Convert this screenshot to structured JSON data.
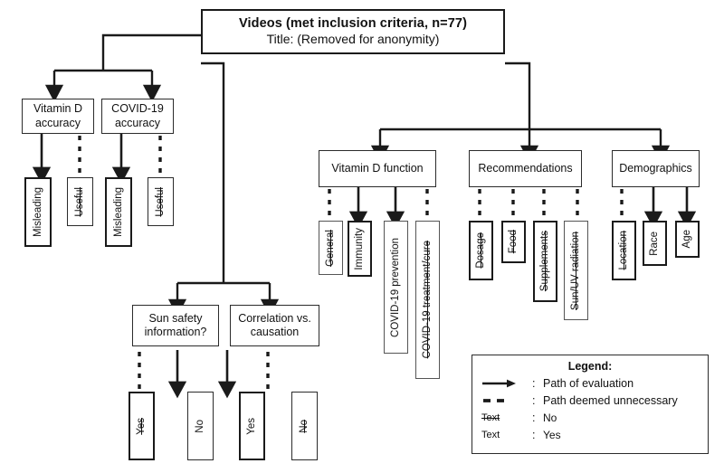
{
  "diagram": {
    "title_line1": "Videos (met inclusion criteria, n=77)",
    "title_line2": "Title: (Removed for anonymity)"
  },
  "branches": {
    "vitamin_d_accuracy": "Vitamin D\naccuracy",
    "vitamin_d_accuracy_l1": "Vitamin D",
    "vitamin_d_accuracy_l2": "accuracy",
    "covid19_accuracy_l1": "COVID-19",
    "covid19_accuracy_l2": "accuracy",
    "sun_safety_l1": "Sun safety",
    "sun_safety_l2": "information?",
    "correlation_l1": "Correlation vs.",
    "correlation_l2": "causation",
    "vitamin_d_function": "Vitamin D function",
    "recommendations": "Recommendations",
    "demographics": "Demographics"
  },
  "leaves": {
    "misleading_1": "Misleading",
    "useful_1": "Useful",
    "misleading_2": "Misleading",
    "useful_2": "Useful",
    "sun_yes": "Yes",
    "sun_no": "No",
    "corr_yes": "Yes",
    "corr_no": "No",
    "general": "General",
    "immunity": "Immunity",
    "covid_prevention": "COVID-19 prevention",
    "covid_treatment": "COVID-19 treatment/cure",
    "dosage": "Dosage",
    "food": "Food",
    "supplements": "Supplements",
    "sun_uv_radiation": "Sun/UV radiation",
    "location": "Location",
    "race": "Race",
    "age": "Age"
  },
  "legend": {
    "title": "Legend:",
    "rows": [
      {
        "key_icon": "solid-arrow-icon",
        "key_text": "",
        "sep": ":",
        "value": "Path of evaluation"
      },
      {
        "key_icon": "dashed-arrow-icon",
        "key_text": "",
        "sep": ":",
        "value": "Path deemed unnecessary"
      },
      {
        "key_icon": "",
        "key_text": "Text",
        "sep": ":",
        "value": "No"
      },
      {
        "key_icon": "",
        "key_text": "Text",
        "sep": ":",
        "value": "Yes"
      }
    ],
    "row0_value": "Path of evaluation",
    "row1_value": "Path deemed unnecessary",
    "row2_key": "Text",
    "row2_value": "No",
    "row3_key": "Text",
    "row3_value": "Yes",
    "sep": ":"
  },
  "colors": {
    "stroke": "#1a1a1a",
    "stroke_light": "#555555",
    "background": "#ffffff",
    "text": "#111111"
  }
}
